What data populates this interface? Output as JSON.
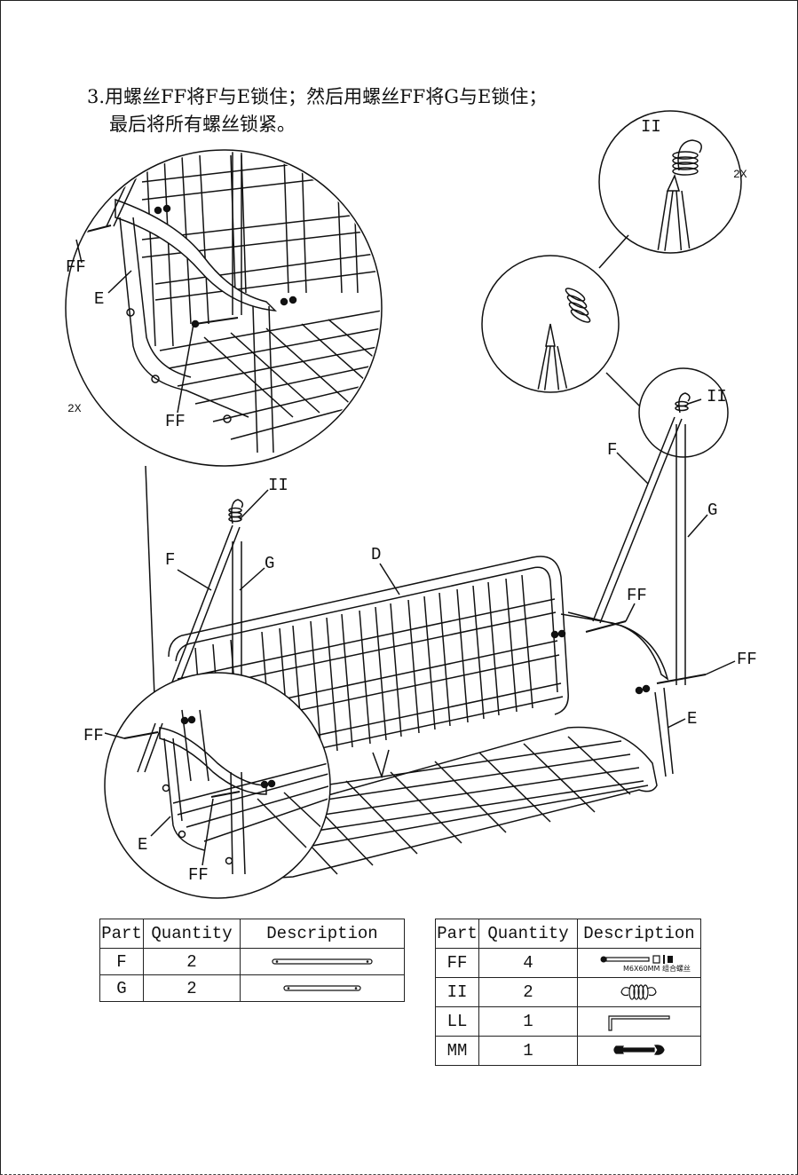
{
  "instruction": {
    "line1": "3.用螺丝FF将F与E锁住；然后用螺丝FF将G与E锁住；",
    "line2": "最后将所有螺丝锁紧。"
  },
  "labels": {
    "ff": "FF",
    "e": "E",
    "f": "F",
    "g": "G",
    "d": "D",
    "ii": "II",
    "twox": "2X"
  },
  "table1": {
    "headers": [
      "Part",
      "Quantity",
      "Description"
    ],
    "rows": [
      {
        "part": "F",
        "qty": "2",
        "icon": "bar-long-icon"
      },
      {
        "part": "G",
        "qty": "2",
        "icon": "bar-short-icon"
      }
    ]
  },
  "table2": {
    "headers": [
      "Part",
      "Quantity",
      "Description"
    ],
    "rows": [
      {
        "part": "FF",
        "qty": "4",
        "icon": "bolt-set-icon",
        "note": "M6X60MM 组合螺丝"
      },
      {
        "part": "II",
        "qty": "2",
        "icon": "spring-icon"
      },
      {
        "part": "LL",
        "qty": "1",
        "icon": "allen-key-icon"
      },
      {
        "part": "MM",
        "qty": "1",
        "icon": "wrench-icon"
      }
    ]
  }
}
